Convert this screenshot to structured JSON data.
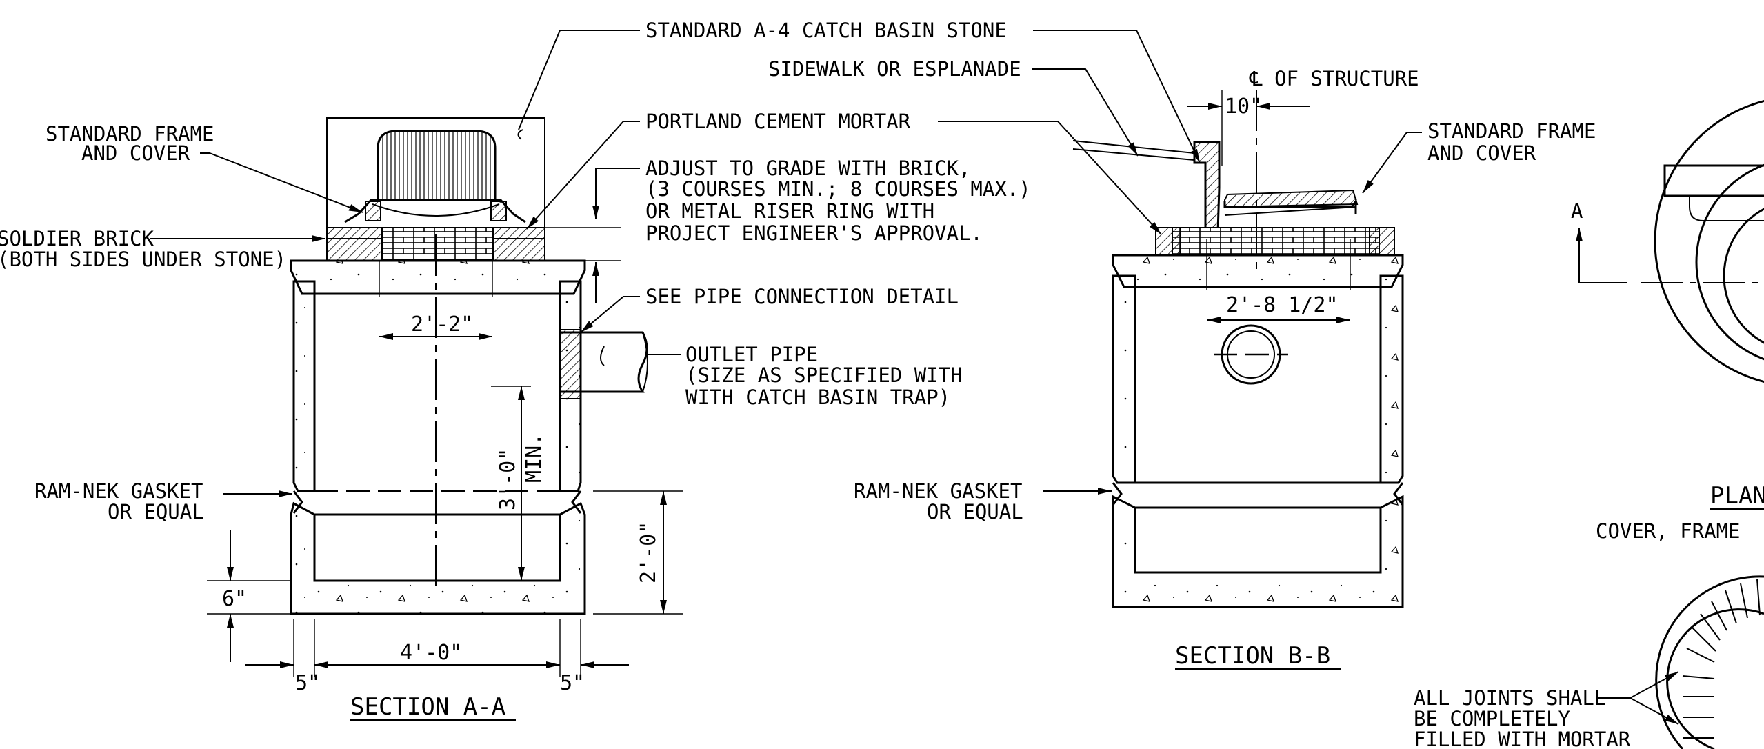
{
  "labels": {
    "catch_basin_stone": "STANDARD A-4 CATCH BASIN STONE",
    "sidewalk": "SIDEWALK OR ESPLANADE",
    "centerline": "℄ OF STRUCTURE",
    "portland_cement": "PORTLAND CEMENT MORTAR",
    "frame_cover_left_1": "STANDARD FRAME",
    "frame_cover_left_2": "AND COVER",
    "frame_cover_right_1": "STANDARD FRAME",
    "frame_cover_right_2": "AND COVER",
    "adjust_1": "ADJUST TO GRADE WITH BRICK,",
    "adjust_2": "(3 COURSES MIN.; 8 COURSES MAX.)",
    "adjust_3": "OR METAL RISER RING WITH",
    "adjust_4": "PROJECT ENGINEER'S APPROVAL.",
    "soldier_brick_1": "SOLDIER BRICK",
    "soldier_brick_2": "(BOTH SIDES UNDER STONE)",
    "pipe_connection": "SEE PIPE CONNECTION DETAIL",
    "outlet_1": "OUTLET PIPE",
    "outlet_2": "(SIZE AS SPECIFIED WITH",
    "outlet_3": "WITH CATCH BASIN TRAP)",
    "gasket_left_1": "RAM-NEK GASKET",
    "gasket_left_2": "OR EQUAL",
    "gasket_right_1": "RAM-NEK GASKET",
    "gasket_right_2": "OR EQUAL",
    "joints_1": "ALL JOINTS SHALL",
    "joints_2": "BE COMPLETELY",
    "joints_3": "FILLED WITH MORTAR",
    "plan_title": "PLAN",
    "plan_sub": "COVER, FRAME",
    "section_a_marker": "A"
  },
  "dimensions": {
    "d_2_2": "2'-2\"",
    "d_3_0": "3'-0\"",
    "d_min": "MIN.",
    "d_2_0": "2'-0\"",
    "d_6": "6\"",
    "d_4_0": "4'-0\"",
    "d_5_left": "5\"",
    "d_5_right": "5\"",
    "d_10": "10\"",
    "d_2_8": "2'-8 1/2\""
  },
  "titles": {
    "section_aa": "SECTION A-A",
    "section_bb": "SECTION B-B"
  }
}
